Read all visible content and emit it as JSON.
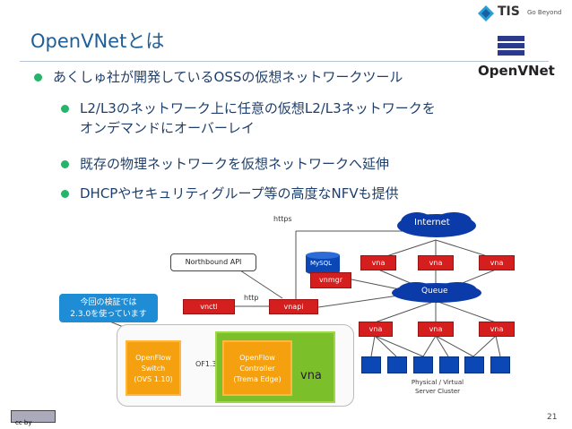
{
  "header": {
    "brand": "TIS",
    "tagline": "Go Beyond",
    "title": "OpenVNetとは",
    "openvnet_logo": "OpenVNet"
  },
  "bullets": {
    "b1": "あくしゅ社が開発しているOSSの仮想ネットワークツール",
    "b2_1": "L2/L3のネットワーク上に任意の仮想L2/L3ネットワークを",
    "b2_2": "オンデマンドにオーバーレイ",
    "b3": "既存の物理ネットワークを仮想ネットワークへ延伸",
    "b4": "DHCPやセキュリティグループ等の高度なNFVも提供"
  },
  "diagram": {
    "https": "https",
    "internet": "Internet",
    "northbound": "Northbound API",
    "mysql": "MySQL",
    "vnmgr": "vnmgr",
    "vna": "vna",
    "queue": "Queue",
    "vnctl": "vnctl",
    "http": "http",
    "vnapi": "vnapi",
    "callout_1": "今回の検証では",
    "callout_2": "2.3.0を使っています",
    "openflow_switch_1": "OpenFlow",
    "openflow_switch_2": "Switch",
    "openflow_switch_3": "(OVS 1.10)",
    "ofver": "OF1.3",
    "openflow_ctrl_1": "OpenFlow",
    "openflow_ctrl_2": "Controller",
    "openflow_ctrl_3": "(Trema Edge)",
    "vna_big": "vna",
    "cluster_1": "Physical / Virtual",
    "cluster_2": "Server Cluster"
  },
  "footer": {
    "license": "cc by",
    "page_number": "21"
  },
  "colors": {
    "title": "#1f5f99",
    "bullet_dot": "#26b36b",
    "red_box": "#d51e1e",
    "server_blue": "#0b47b5",
    "callout": "#1f8dd6",
    "orange": "#f5a10f",
    "vna_green": "#7bbf2a"
  }
}
